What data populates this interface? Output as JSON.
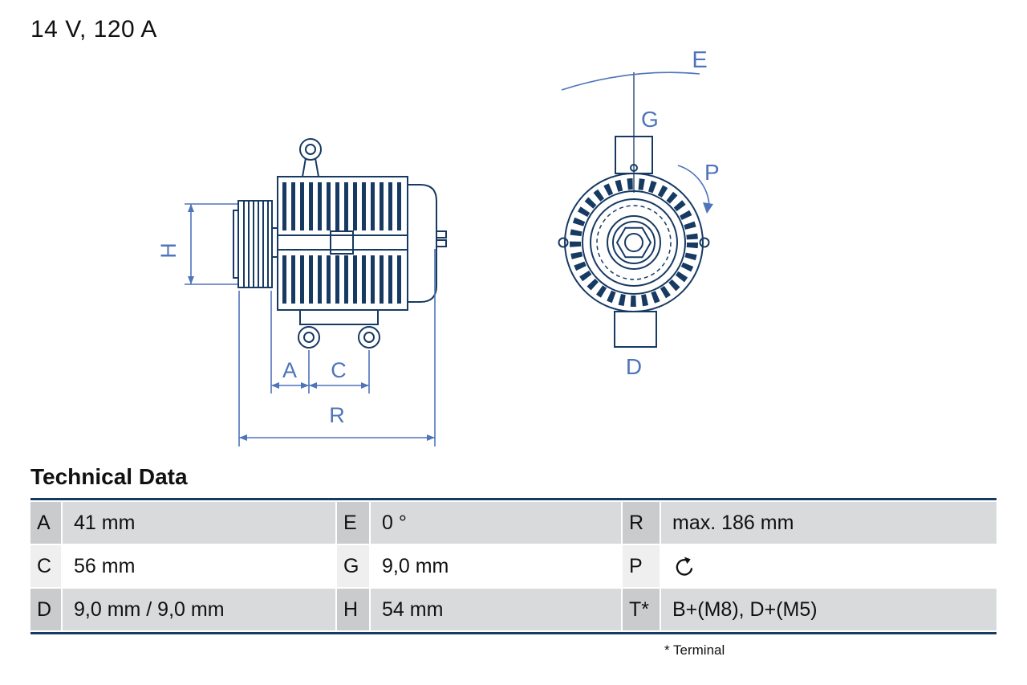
{
  "header": {
    "rating": "14 V, 120 A"
  },
  "diagram": {
    "labels": {
      "H": "H",
      "A": "A",
      "C": "C",
      "R": "R",
      "E": "E",
      "G": "G",
      "P": "P",
      "D": "D"
    }
  },
  "technical_data": {
    "title": "Technical Data",
    "footnote": "* Terminal",
    "rows": [
      [
        {
          "key": "A",
          "value": "41 mm"
        },
        {
          "key": "E",
          "value": "0 °"
        },
        {
          "key": "R",
          "value": "max. 186 mm"
        }
      ],
      [
        {
          "key": "C",
          "value": "56 mm"
        },
        {
          "key": "G",
          "value": "9,0 mm"
        },
        {
          "key": "P",
          "value": "",
          "icon": "rotation-ccw-icon"
        }
      ],
      [
        {
          "key": "D",
          "value": "9,0 mm / 9,0 mm"
        },
        {
          "key": "H",
          "value": "54 mm"
        },
        {
          "key": "T*",
          "value": "B+(M8), D+(M5)"
        }
      ]
    ]
  },
  "colors": {
    "drawing_navy": "#173a63",
    "dimension_blue": "#4e74b9",
    "row_gray": "#d8dadb",
    "key_gray": "#c9cbcd"
  }
}
